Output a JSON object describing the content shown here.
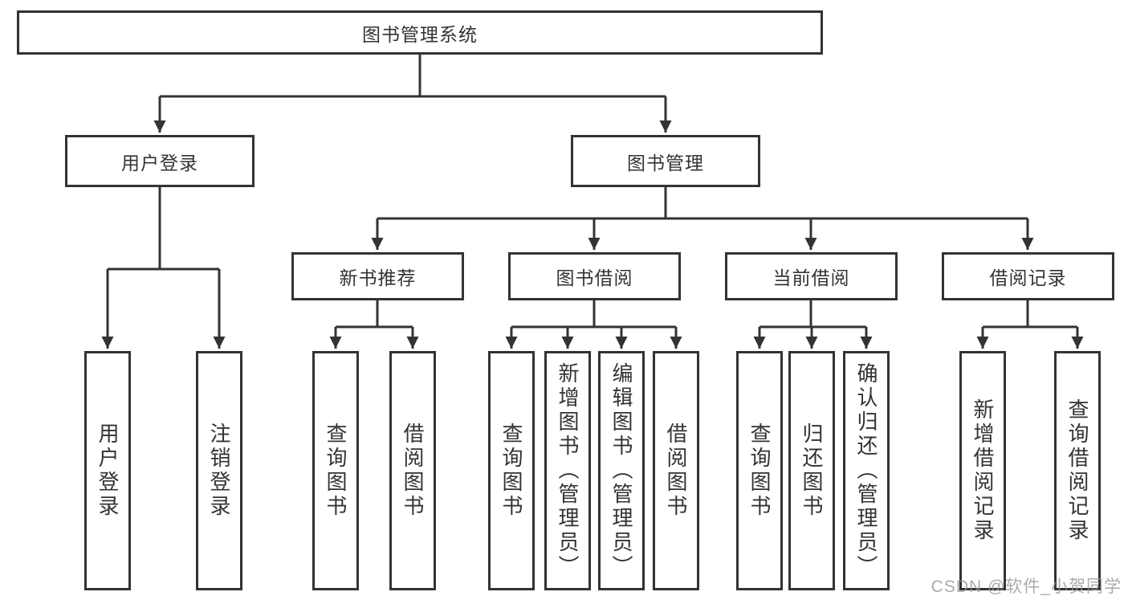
{
  "diagram": {
    "title": "图书管理系统",
    "type": "function-structure-tree",
    "colors": {
      "line": "#333333",
      "box_border": "#333333",
      "text": "#333333",
      "background": "#ffffff",
      "watermark": "#969696"
    },
    "tree": {
      "label": "图书管理系统",
      "children": [
        {
          "label": "用户登录",
          "children": [
            {
              "label": "用户登录"
            },
            {
              "label": "注销登录"
            }
          ]
        },
        {
          "label": "图书管理",
          "children": [
            {
              "label": "新书推荐",
              "children": [
                {
                  "label": "查询图书"
                },
                {
                  "label": "借阅图书"
                }
              ]
            },
            {
              "label": "图书借阅",
              "children": [
                {
                  "label": "查询图书"
                },
                {
                  "label": "新增图书（管理员）"
                },
                {
                  "label": "编辑图书（管理员）"
                },
                {
                  "label": "借阅图书"
                }
              ]
            },
            {
              "label": "当前借阅",
              "children": [
                {
                  "label": "查询图书"
                },
                {
                  "label": "归还图书"
                },
                {
                  "label": "确认归还（管理员）"
                }
              ]
            },
            {
              "label": "借阅记录",
              "children": [
                {
                  "label": "新增借阅记录"
                },
                {
                  "label": "查询借阅记录"
                }
              ]
            }
          ]
        }
      ]
    },
    "watermark": "CSDN @软件_小贺同学"
  }
}
